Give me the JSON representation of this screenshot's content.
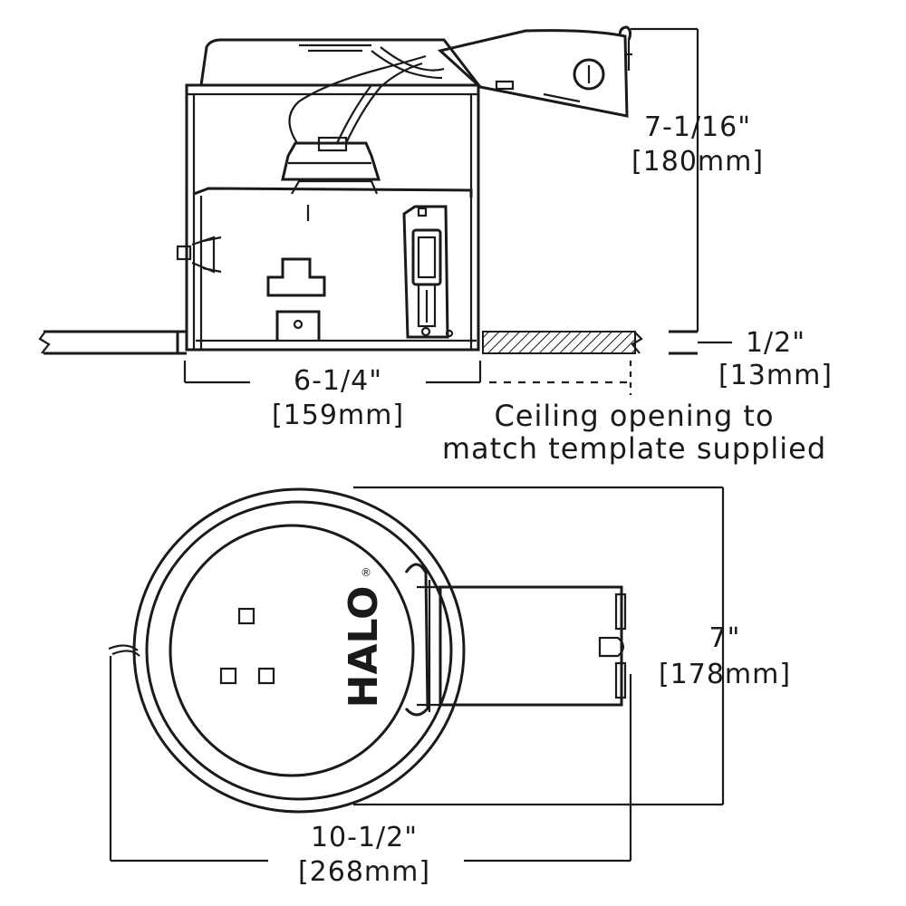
{
  "side_view": {
    "height_in": "7-1/16\"",
    "height_mm": "[180mm]",
    "width_in": "6-1/4\"",
    "width_mm": "[159mm]",
    "ceiling_in": "1/2\"",
    "ceiling_mm": "[13mm]",
    "ceiling_note_line1": "Ceiling opening to",
    "ceiling_note_line2": "match template supplied"
  },
  "top_view": {
    "brand": "HALO",
    "brand_mark": "®",
    "height_in": "7\"",
    "height_mm": "[178mm]",
    "width_in": "10-1/2\"",
    "width_mm": "[268mm]"
  }
}
